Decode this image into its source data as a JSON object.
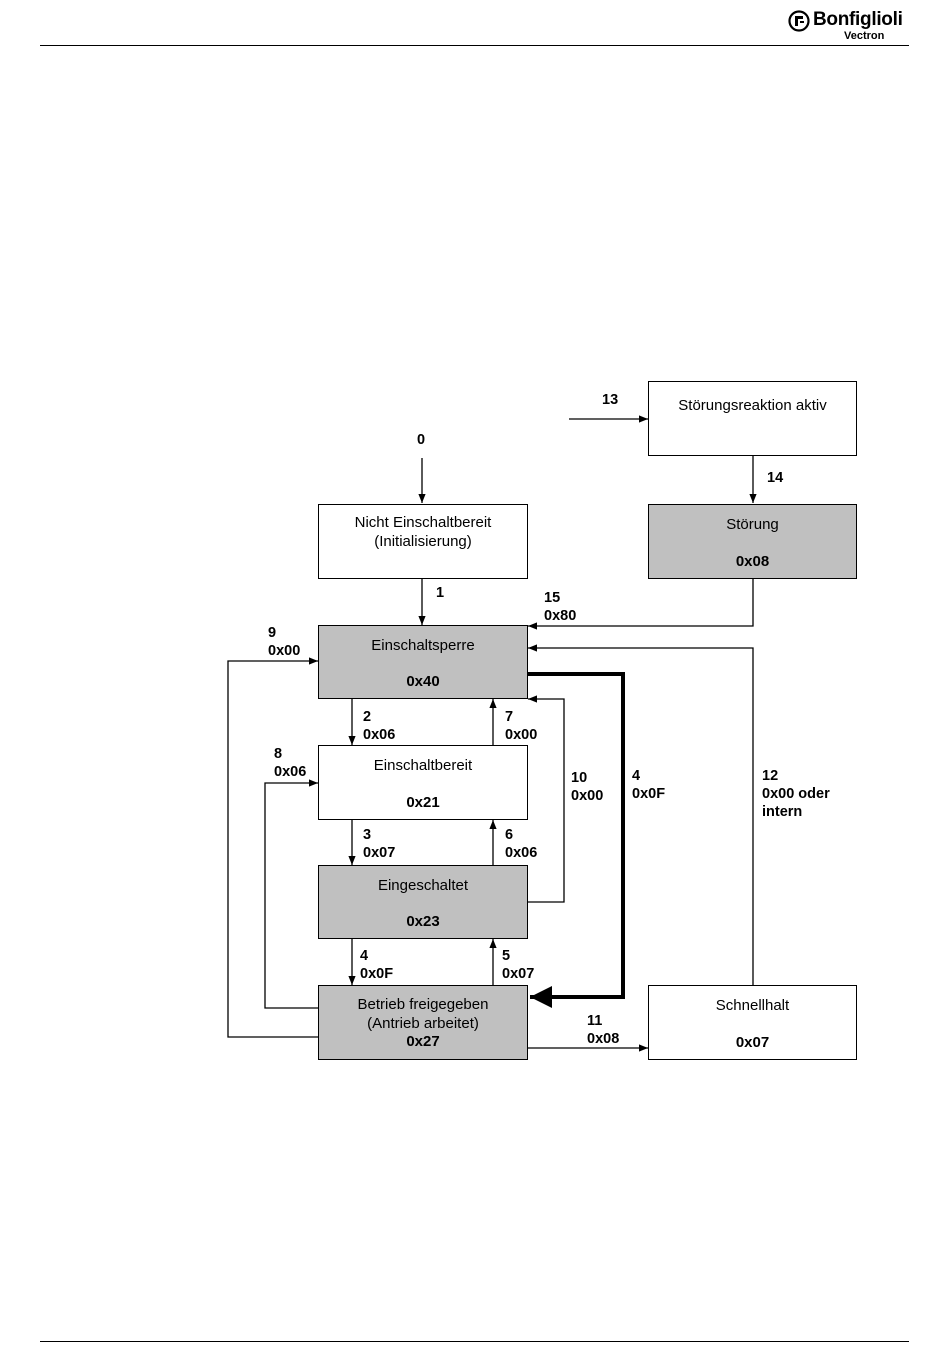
{
  "header": {
    "logo_brand": "Bonfiglioli",
    "logo_sub": "Vectron",
    "logo_icon": "bonfiglioli-logo-icon"
  },
  "states": {
    "stoerungsreaktion": {
      "name": "Störungsreaktion aktiv"
    },
    "nicht_einschaltbereit": {
      "name": "Nicht Einschaltbereit",
      "name2": "(Initialisierung)"
    },
    "stoerung": {
      "name": "Störung",
      "code": "0x08"
    },
    "einschaltsperre": {
      "name": "Einschaltsperre",
      "code": "0x40"
    },
    "einschaltbereit": {
      "name": "Einschaltbereit",
      "code": "0x21"
    },
    "eingeschaltet": {
      "name": "Eingeschaltet",
      "code": "0x23"
    },
    "betrieb": {
      "name": "Betrieb freigegeben",
      "name2": "(Antrieb arbeitet)",
      "code": "0x27"
    },
    "schnellhalt": {
      "name": "Schnellhalt",
      "code": "0x07"
    }
  },
  "transitions": {
    "t0": {
      "num": "0"
    },
    "t1": {
      "num": "1"
    },
    "t2": {
      "num": "2",
      "code": "0x06"
    },
    "t3": {
      "num": "3",
      "code": "0x07"
    },
    "t4a": {
      "num": "4",
      "code": "0x0F"
    },
    "t4b": {
      "num": "4",
      "code": "0x0F"
    },
    "t5": {
      "num": "5",
      "code": "0x07"
    },
    "t6": {
      "num": "6",
      "code": "0x06"
    },
    "t7": {
      "num": "7",
      "code": "0x00"
    },
    "t8": {
      "num": "8",
      "code": "0x06"
    },
    "t9": {
      "num": "9",
      "code": "0x00"
    },
    "t10": {
      "num": "10",
      "code": "0x00"
    },
    "t11": {
      "num": "11",
      "code": "0x08"
    },
    "t12": {
      "num": "12",
      "code": "0x00 oder",
      "code2": "intern"
    },
    "t13": {
      "num": "13"
    },
    "t14": {
      "num": "14"
    },
    "t15": {
      "num": "15",
      "code": "0x80"
    }
  }
}
